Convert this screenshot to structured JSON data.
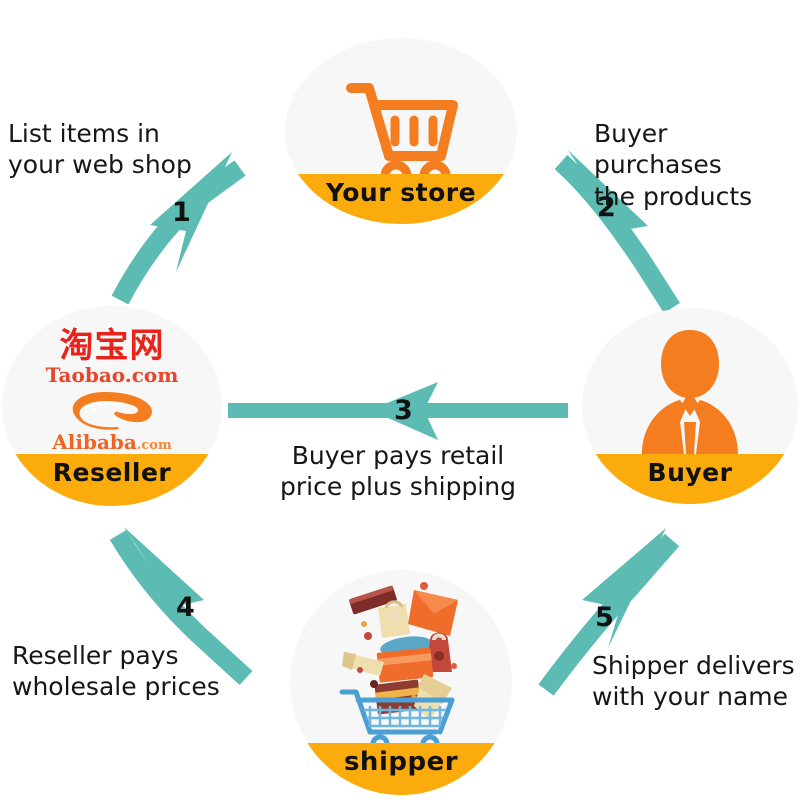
{
  "diagram": {
    "title": "Dropshipping order flow cycle",
    "background": "#ffffff",
    "colors": {
      "arrow_teal": "#5cbcb4",
      "band_orange": "#fbab0b",
      "icon_orange": "#f47d20",
      "circle_bg": "#f7f7f7",
      "taobao_red": "#e8231a",
      "alibaba_orange": "#f06423",
      "cart_blue": "#4a9fd4",
      "text_black": "#161616"
    }
  },
  "nodes": [
    {
      "id": "store",
      "label": "Your store",
      "icon": "shopping-cart-icon"
    },
    {
      "id": "buyer",
      "label": "Buyer",
      "icon": "person-bust-icon"
    },
    {
      "id": "reseller",
      "label": "Reseller",
      "icon": "taobao-alibaba-logo",
      "logo": {
        "taobao_cn": "淘宝网",
        "taobao_en": "Taobao.com",
        "alibaba_en": "Alibaba",
        "alibaba_dotcom": ".com"
      }
    },
    {
      "id": "shipper",
      "label": "shipper",
      "icon": "cart-with-parcels-icon"
    }
  ],
  "steps": [
    {
      "number": "1",
      "caption": "List items in\nyour web shop",
      "from": "reseller",
      "to": "store"
    },
    {
      "number": "2",
      "caption": "Buyer purchases\nthe products",
      "from": "store",
      "to": "buyer"
    },
    {
      "number": "3",
      "caption": "Buyer pays retail\nprice plus shipping",
      "from": "buyer",
      "to": "reseller"
    },
    {
      "number": "4",
      "caption": "Reseller pays\nwholesale prices",
      "from": "reseller",
      "to": "shipper"
    },
    {
      "number": "5",
      "caption": "Shipper delivers\nwith your name",
      "from": "shipper",
      "to": "buyer"
    }
  ]
}
